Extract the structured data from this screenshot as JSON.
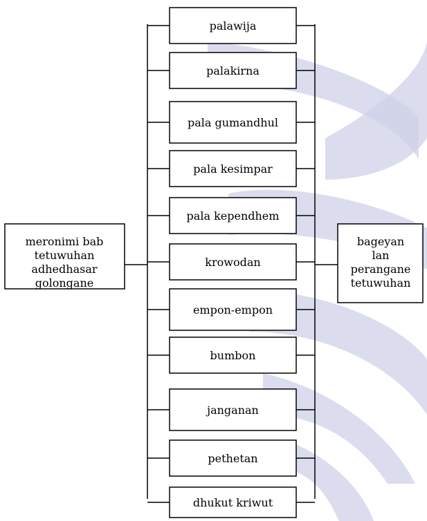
{
  "left_box": {
    "lines": [
      "meronimi bab",
      "tetuwuhan",
      "adhedhasar",
      "golongane"
    ]
  },
  "right_box": {
    "lines": [
      "bageyan",
      "lan",
      "perangane",
      "tetuwuhan"
    ]
  },
  "items": [
    "palawija",
    "palakirna",
    "pala gumandhul",
    "pala kesimpar",
    "pala kependhem",
    "krowodan",
    "empon-empon",
    "bumbon",
    "janganan",
    "pethetan",
    "dhukut kriwut"
  ],
  "colors": {
    "watermark": "#cfd2e8",
    "line": "#000000"
  }
}
